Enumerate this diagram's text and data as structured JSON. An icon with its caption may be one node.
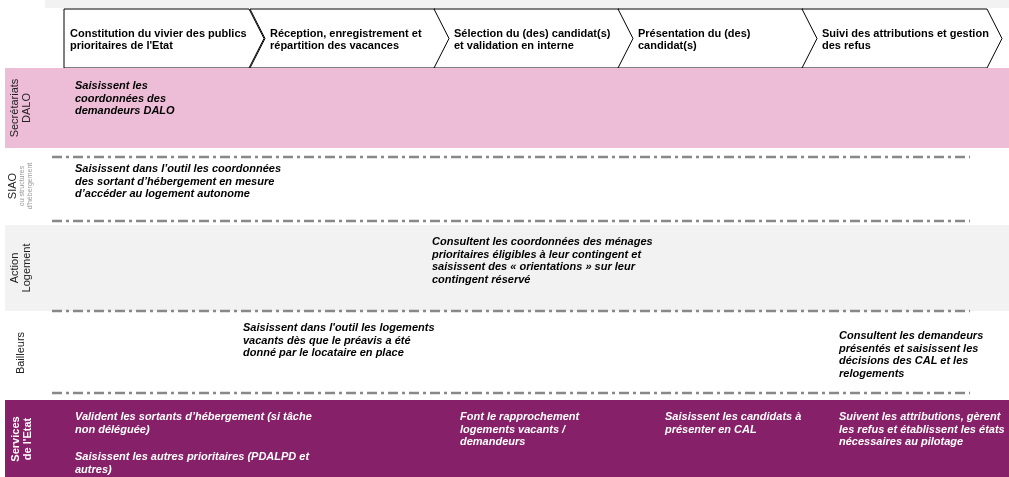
{
  "diagram": {
    "nodes": [
      {
        "text": [
          "Constitution du vivier des publics prioritaires de l'Etat"
        ]
      },
      {
        "text": [
          "Réception, enregistrement et répartition des vacances"
        ]
      },
      {
        "text": [
          "Sélection du (des) candidat(s) et validation en interne"
        ]
      },
      {
        "text": [
          "Présentation du (des) candidat(s)"
        ]
      },
      {
        "text": [
          "Suivi des attributions et gestion des refus"
        ]
      },
      {
        "text": [
          "Secrétariats DALO",
          "Saisissent les coordonnées des demandeurs DALO"
        ]
      },
      {
        "text": [
          "SIAO",
          "ou structures d'hébergement",
          "Saisissent dans l’outil les coordonnées des sortant d’hébergement en mesure d’accéder au logement autonome"
        ]
      },
      {
        "text": [
          "Action Logement",
          "Consultent les coordonnées des ménages prioritaires éligibles à leur contingent et saisissent des « orientations » sur leur contingent réservé"
        ]
      },
      {
        "text": [
          "Bailleurs",
          "Saisissent dans l'outil les logements vacants dès que le préavis a été donné par le locataire en place",
          "Consultent les demandeurs présentés et saisissent les décisions des CAL et les relogements"
        ]
      },
      {
        "text": [
          "Services de l'Etat",
          "Valident les sortants d’hébergement (si tâche non déléguée)",
          "Saisissent les autres prioritaires (PDALPD et autres)",
          "Font le rapprochement logements vacants / demandeurs",
          "Saisissent les candidats à présenter en CAL",
          "Suivent les attributions, gèrent les refus et établissent les états nécessaires au pilotage"
        ]
      }
    ]
  }
}
